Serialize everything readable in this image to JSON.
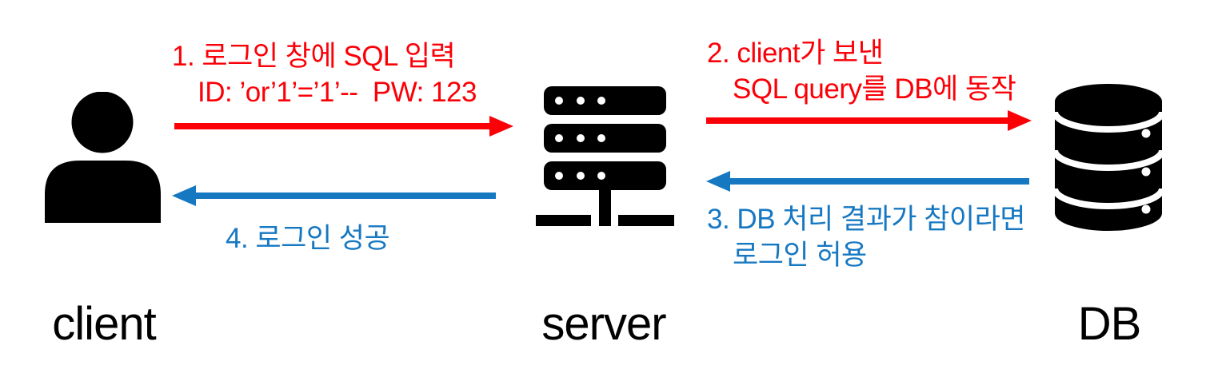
{
  "colors": {
    "red": "#fb0007",
    "blue": "#1778c2",
    "icon": "#000000",
    "background": "#ffffff"
  },
  "nodes": {
    "client": {
      "label": "client",
      "icon": "person-icon"
    },
    "server": {
      "label": "server",
      "icon": "server-rack-icon"
    },
    "db": {
      "label": "DB",
      "icon": "database-cylinder-icon"
    }
  },
  "steps": {
    "step1": {
      "from": "client",
      "to": "server",
      "color": "red",
      "line1": "1. 로그인 창에 SQL 입력",
      "line2": "ID: ’or’1’=’1’--  PW: 123"
    },
    "step2": {
      "from": "server",
      "to": "db",
      "color": "red",
      "line1": "2. client가 보낸",
      "line2": "SQL query를 DB에 동작"
    },
    "step3": {
      "from": "db",
      "to": "server",
      "color": "blue",
      "line1": "3. DB 처리 결과가 참이라면",
      "line2": "로그인 허용"
    },
    "step4": {
      "from": "server",
      "to": "client",
      "color": "blue",
      "line1": "4. 로그인 성공"
    }
  }
}
